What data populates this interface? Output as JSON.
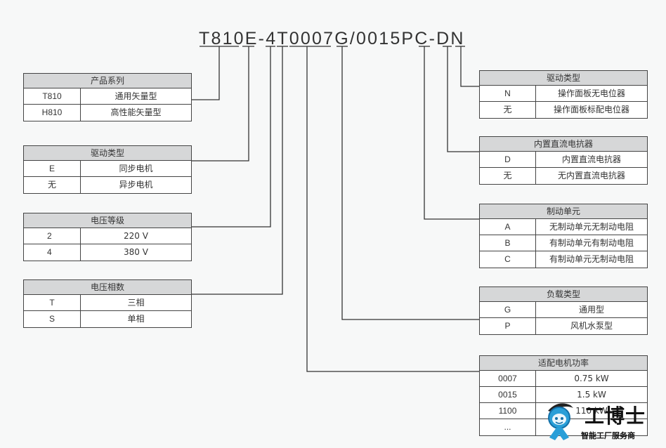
{
  "code": [
    "T810",
    "E",
    "-",
    "4",
    "T",
    "0007",
    "G",
    "/0015PC",
    "-",
    "D",
    "N"
  ],
  "left_tables": [
    {
      "title": "产品系列",
      "rows": [
        [
          "T810",
          "通用矢量型"
        ],
        [
          "H810",
          "高性能矢量型"
        ]
      ]
    },
    {
      "title": "驱动类型",
      "rows": [
        [
          "E",
          "同步电机"
        ],
        [
          "无",
          "异步电机"
        ]
      ]
    },
    {
      "title": "电压等级",
      "rows": [
        [
          "2",
          "220 V"
        ],
        [
          "4",
          "380 V"
        ]
      ]
    },
    {
      "title": "电压相数",
      "rows": [
        [
          "T",
          "三相"
        ],
        [
          "S",
          "单相"
        ]
      ]
    }
  ],
  "right_tables": [
    {
      "title": "驱动类型",
      "rows": [
        [
          "N",
          "操作面板无电位器"
        ],
        [
          "无",
          "操作面板标配电位器"
        ]
      ]
    },
    {
      "title": "内置直流电抗器",
      "rows": [
        [
          "D",
          "内置直流电抗器"
        ],
        [
          "无",
          "无内置直流电抗器"
        ]
      ]
    },
    {
      "title": "制动单元",
      "rows": [
        [
          "A",
          "无制动单元无制动电阻"
        ],
        [
          "B",
          "有制动单元有制动电阻"
        ],
        [
          "C",
          "有制动单元无制动电阻"
        ]
      ]
    },
    {
      "title": "负载类型",
      "rows": [
        [
          "G",
          "通用型"
        ],
        [
          "P",
          "风机水泵型"
        ]
      ]
    },
    {
      "title": "适配电机功率",
      "rows": [
        [
          "0007",
          "0.75 kW"
        ],
        [
          "0015",
          "1.5 kW"
        ],
        [
          "1100",
          "110 kW"
        ],
        [
          "...",
          ""
        ]
      ]
    }
  ],
  "logo": {
    "title": "工博士",
    "subtitle": "智能工厂服务商"
  }
}
